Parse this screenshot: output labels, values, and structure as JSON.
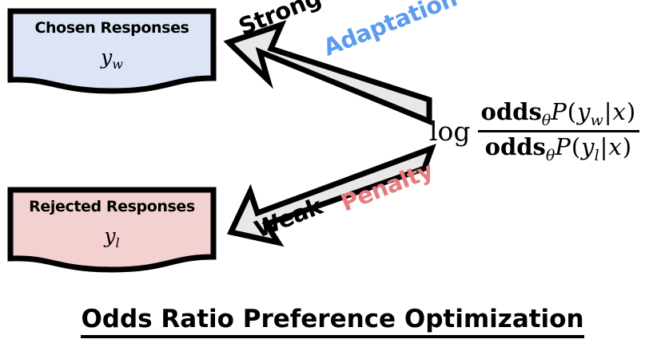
{
  "diagram": {
    "title": "Odds Ratio Preference Optimization",
    "boxes": [
      {
        "id": "chosen",
        "name": "Chosen Responses",
        "symbol": "y",
        "symbol_subscript": "w",
        "fill_color": "#dce4f5",
        "stroke_color": "#000000"
      },
      {
        "id": "rejected",
        "name": "Rejected Responses",
        "symbol": "y",
        "symbol_subscript": "l",
        "fill_color": "#f4d1d1",
        "stroke_color": "#000000"
      }
    ],
    "arrows": [
      {
        "id": "strong-adaptation",
        "direction": "right-to-left-upward",
        "fill_color": "#e8e8e8",
        "stroke_color": "#000000",
        "label_primary": "Strong",
        "label_primary_color": "#000000",
        "label_secondary": "Adaptation",
        "label_secondary_color": "#5b9bf0"
      },
      {
        "id": "weak-penalty",
        "direction": "right-to-left-downward",
        "fill_color": "#e8e8e8",
        "stroke_color": "#000000",
        "label_primary": "Weak",
        "label_primary_color": "#000000",
        "label_secondary": "Penalty",
        "label_secondary_color": "#e8797e"
      }
    ],
    "formula": {
      "log_operator": "log",
      "numerator": {
        "function_name": "odds",
        "subscript": "θ",
        "probability": "P",
        "open_paren": "(",
        "variable": "y",
        "variable_subscript": "w",
        "condition_bar": "|",
        "condition": "x",
        "close_paren": ")"
      },
      "denominator": {
        "function_name": "odds",
        "subscript": "θ",
        "probability": "P",
        "open_paren": "(",
        "variable": "y",
        "variable_subscript": "l",
        "condition_bar": "|",
        "condition": "x",
        "close_paren": ")"
      }
    }
  }
}
